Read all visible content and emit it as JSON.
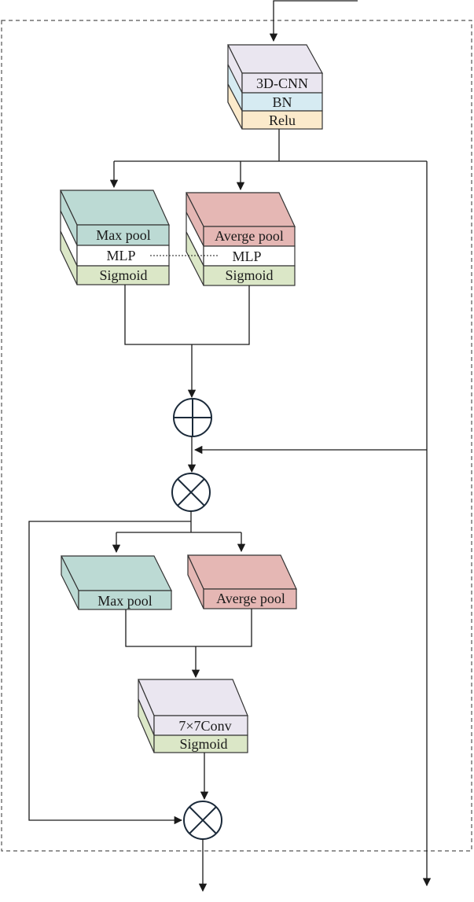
{
  "colors": {
    "cnn": "#eae6f0",
    "bn": "#d6ebf2",
    "relu": "#fbeacb",
    "maxpool": "#bcdad4",
    "avgpool": "#e5b7b4",
    "mlp": "#ffffff",
    "sigmoid": "#dbe7c7",
    "conv": "#eae6f0",
    "line": "#1a1a1a",
    "border": "#555555"
  },
  "blocks": {
    "input_block": {
      "layers": [
        "3D-CNN",
        "BN",
        "Relu"
      ]
    },
    "channel_max_branch": {
      "layers": [
        "Max pool",
        "MLP",
        "Sigmoid"
      ]
    },
    "channel_avg_branch": {
      "layers": [
        "Averge pool",
        "MLP",
        "Sigmoid"
      ]
    },
    "spatial_max_pool": {
      "label": "Max pool"
    },
    "spatial_avg_pool": {
      "label": "Averge pool"
    },
    "spatial_conv_block": {
      "layers": [
        "7×7Conv",
        "Sigmoid"
      ]
    }
  },
  "operators": {
    "add": "add-icon",
    "multiply_1": "multiply-icon",
    "multiply_2": "multiply-icon"
  }
}
